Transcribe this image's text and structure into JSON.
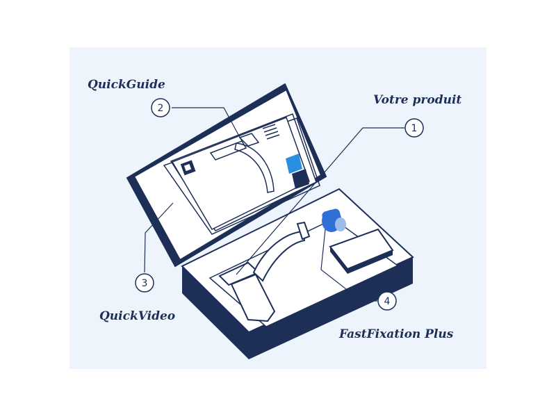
{
  "labels": {
    "quick_guide": "QuickGuide",
    "votre_produit": "Votre produit",
    "quick_video": "QuickVideo",
    "fastfixation": "FastFixation Plus"
  },
  "callouts": {
    "c1": "1",
    "c2": "2",
    "c3": "3",
    "c4": "4"
  },
  "colors": {
    "navy": "#1d2f57",
    "background": "#eef4fb",
    "accent_blue": "#2f6fd6",
    "card_blue": "#2a8fe0"
  }
}
